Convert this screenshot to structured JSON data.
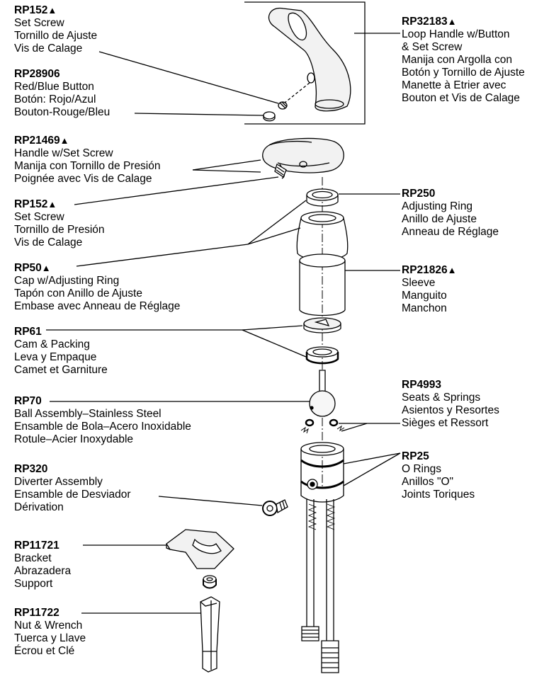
{
  "parts": [
    {
      "id": "rp152_top",
      "part": "RP152",
      "mark": "▲",
      "lines": [
        "Set Screw",
        "Tornillo de Ajuste",
        "Vis de Calage"
      ]
    },
    {
      "id": "rp28906",
      "part": "RP28906",
      "mark": "",
      "lines": [
        "Red/Blue Button",
        "Botón: Rojo/Azul",
        "Bouton-Rouge/Bleu"
      ]
    },
    {
      "id": "rp32183",
      "part": "RP32183",
      "mark": "▲",
      "lines": [
        "Loop Handle w/Button",
        "& Set Screw",
        "Manija con Argolla con",
        "Botón y Tornillo de Ajuste",
        "Manette à Etrier avec",
        "Bouton et Vis de Calage"
      ]
    },
    {
      "id": "rp21469",
      "part": "RP21469",
      "mark": "▲",
      "lines": [
        "Handle w/Set Screw",
        "Manija con Tornillo de Presión",
        "Poignée avec Vis de Calage"
      ]
    },
    {
      "id": "rp152_mid",
      "part": "RP152",
      "mark": "▲",
      "lines": [
        "Set Screw",
        "Tornillo de Presión",
        "Vis de Calage"
      ]
    },
    {
      "id": "rp250",
      "part": "RP250",
      "mark": "",
      "lines": [
        "Adjusting Ring",
        "Anillo de Ajuste",
        "Anneau de Réglage"
      ]
    },
    {
      "id": "rp50",
      "part": "RP50",
      "mark": "▲",
      "lines": [
        "Cap w/Adjusting Ring",
        "Tapón con Anillo de Ajuste",
        "Embase avec Anneau de Réglage"
      ]
    },
    {
      "id": "rp21826",
      "part": "RP21826",
      "mark": "▲",
      "lines": [
        "Sleeve",
        "Manguito",
        "Manchon"
      ]
    },
    {
      "id": "rp61",
      "part": "RP61",
      "mark": "",
      "lines": [
        "Cam & Packing",
        "Leva y Empaque",
        "Camet et Garniture"
      ]
    },
    {
      "id": "rp4993",
      "part": "RP4993",
      "mark": "",
      "lines": [
        "Seats & Springs",
        "Asientos y Resortes",
        "Sièges et Ressort"
      ]
    },
    {
      "id": "rp70",
      "part": "RP70",
      "mark": "",
      "lines": [
        "Ball Assembly–Stainless Steel",
        "Ensamble de Bola–Acero Inoxidable",
        "Rotule–Acier Inoxydable"
      ]
    },
    {
      "id": "rp25",
      "part": "RP25",
      "mark": "",
      "lines": [
        "O Rings",
        "Anillos \"O\"",
        "Joints Toriques"
      ]
    },
    {
      "id": "rp320",
      "part": "RP320",
      "mark": "",
      "lines": [
        "Diverter Assembly",
        "Ensamble de Desviador",
        "Dérivation"
      ]
    },
    {
      "id": "rp11721",
      "part": "RP11721",
      "mark": "",
      "lines": [
        "Bracket",
        "Abrazadera",
        "Support"
      ]
    },
    {
      "id": "rp11722",
      "part": "RP11722",
      "mark": "",
      "lines": [
        "Nut & Wrench",
        "Tuerca y Llave",
        "Écrou et Clé"
      ]
    }
  ]
}
